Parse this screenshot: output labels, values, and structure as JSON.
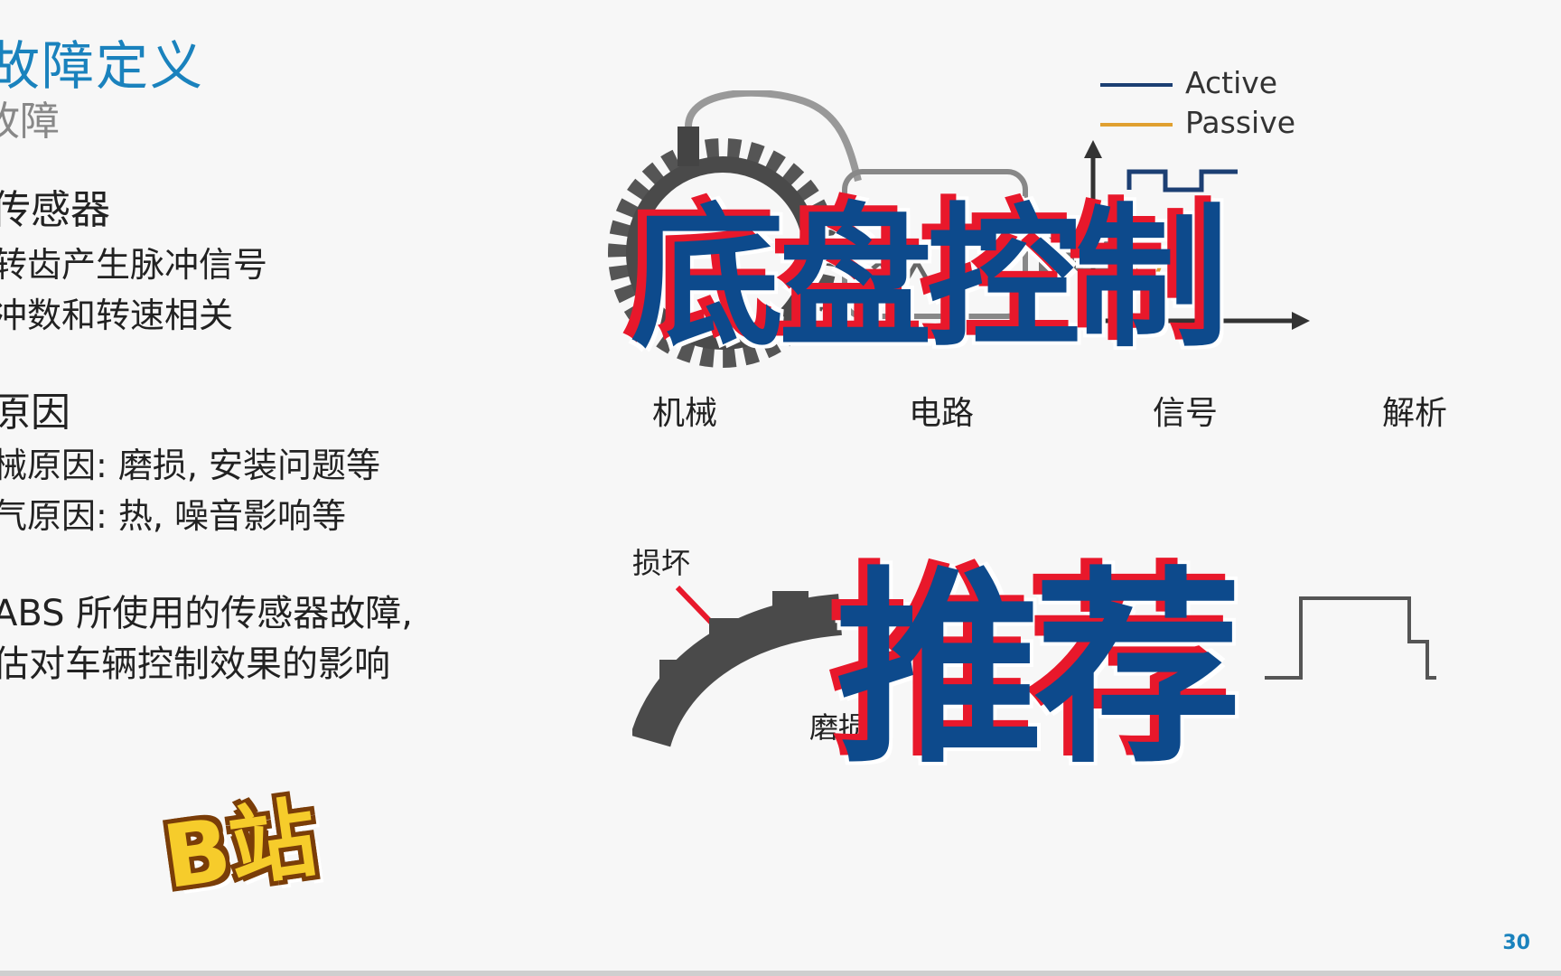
{
  "slide": {
    "title": "故障定义",
    "subtitle": "故障",
    "page_number": "30"
  },
  "content": {
    "section1_heading": "传感器",
    "section1_items": [
      "转齿产生脉冲信号",
      "冲数和转速相关"
    ],
    "section2_heading": "原因",
    "section2_items": [
      "械原因: 磨损, 安装问题等",
      "气原因: 热, 噪音影响等"
    ],
    "section3_lines": [
      "ABS 所使用的传感器故障,",
      "估对车辆控制效果的影响"
    ]
  },
  "diagram": {
    "legend": [
      {
        "label": "Active",
        "color": "#1c3f73"
      },
      {
        "label": "Passive",
        "color": "#e0a030"
      }
    ],
    "stages": [
      "机械",
      "电路",
      "信号",
      "解析"
    ],
    "damage_label": "损坏",
    "wear_label": "磨损"
  },
  "overlay": {
    "title_text": "底盘控制",
    "recommend_text": "推荐",
    "site_badge": "B站"
  },
  "colors": {
    "accent": "#1a82bd",
    "overlay_blue": "#0d4a8c",
    "overlay_red": "#e8182b",
    "badge_yellow": "#f6cc2b"
  }
}
